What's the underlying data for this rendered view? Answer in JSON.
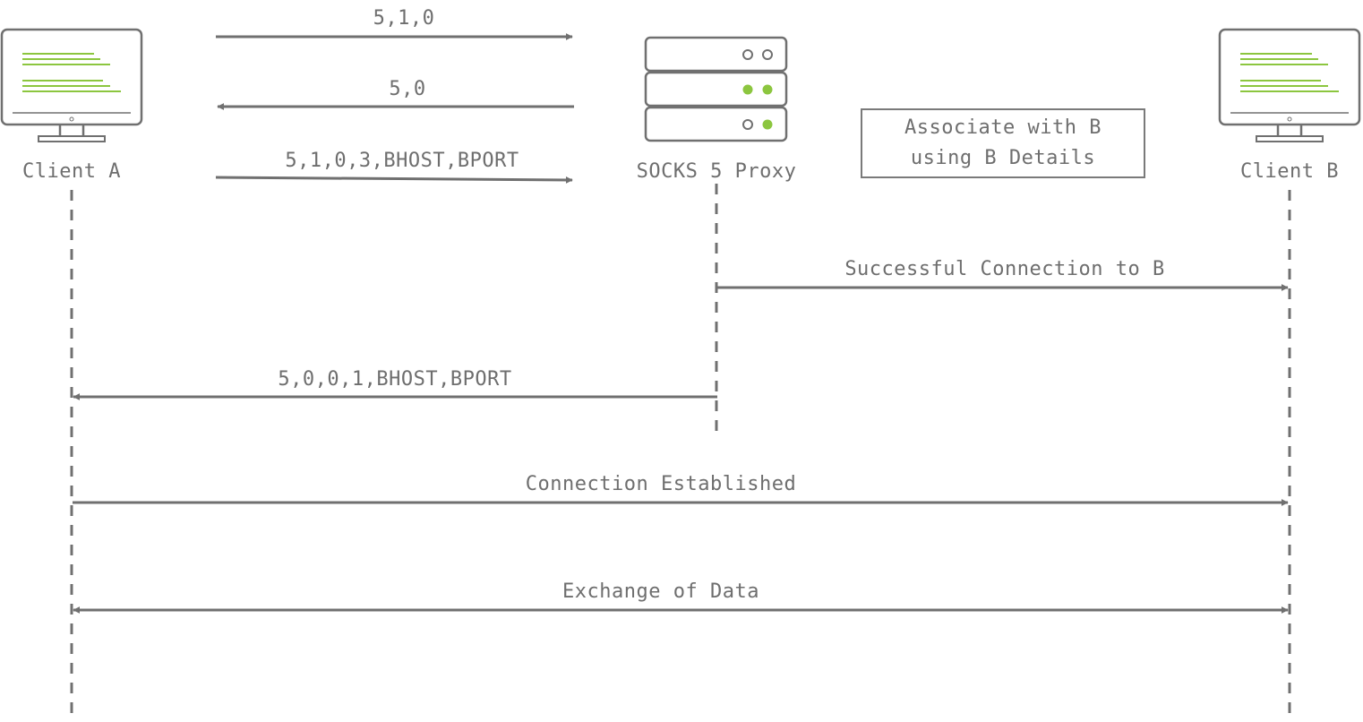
{
  "participants": {
    "client_a": {
      "label": "Client A",
      "icon": "monitor-icon"
    },
    "proxy": {
      "label": "SOCKS 5 Proxy",
      "icon": "server-icon"
    },
    "client_b": {
      "label": "Client B",
      "icon": "monitor-icon"
    }
  },
  "note": {
    "line1": "Associate with B",
    "line2": "using B Details"
  },
  "messages": [
    {
      "text": "5,1,0",
      "from": "Client A",
      "to": "SOCKS 5 Proxy"
    },
    {
      "text": "5,0",
      "from": "SOCKS 5 Proxy",
      "to": "Client A"
    },
    {
      "text": "5,1,0,3,BHOST,BPORT",
      "from": "Client A",
      "to": "SOCKS 5 Proxy"
    },
    {
      "text": "Successful Connection to B",
      "from": "SOCKS 5 Proxy",
      "to": "Client B"
    },
    {
      "text": "5,0,0,1,BHOST,BPORT",
      "from": "SOCKS 5 Proxy",
      "to": "Client A"
    },
    {
      "text": "Connection Established",
      "from": "Client A",
      "to": "Client B"
    },
    {
      "text": "Exchange of Data",
      "from": "Client A",
      "to": "Client B",
      "bidirectional": true
    }
  ],
  "colors": {
    "line": "#707070",
    "accent": "#8cc63f",
    "text": "#6e6e6e"
  }
}
